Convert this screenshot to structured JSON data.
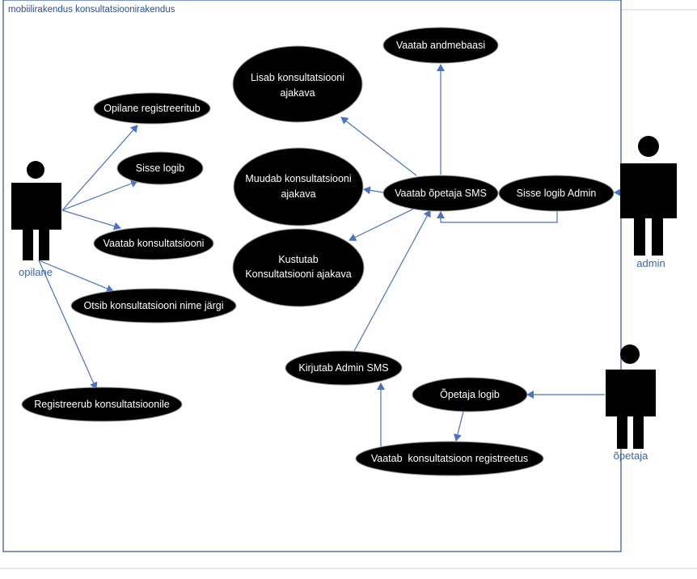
{
  "diagram": {
    "title": "mobiilirakendus konsultatsioonirakendus",
    "colors": {
      "boundary": "#2e4f8f",
      "arrow": "#4a72c0",
      "usecase_fill": "#000000",
      "usecase_stroke": "#9a9a9a",
      "usecase_text": "#ffffff",
      "actor_label": "#3a63b0"
    },
    "actors": {
      "student": "opilane",
      "admin": "admin",
      "teacher": "õpetaja"
    },
    "usecases": {
      "student_registers": "Opilane registreeritub",
      "login": "Sisse logib",
      "view_consultation": "Vaatab konsultatsiooni",
      "search_by_name": "Otsib konsultatsiooni nime järgi",
      "register_consultation": "Registreerub konsultatsioonile",
      "view_database": "Vaatab andmebaasi",
      "add_schedule": [
        "Lisab konsultatsiooni",
        "ajakava"
      ],
      "edit_schedule": [
        "Muudab konsultatsiooni",
        "ajakava"
      ],
      "delete_schedule": [
        "Kustutab",
        "Konsultatsiooni ajakava"
      ],
      "view_teacher_sms": "Vaatab õpetaja SMS",
      "admin_login": "Sisse logib Admin",
      "write_admin_sms": "Kirjutab Admin SMS",
      "teacher_login": "Õpetaja logib",
      "view_registered": "Vaatab  konsultatsioon registreetus"
    }
  }
}
